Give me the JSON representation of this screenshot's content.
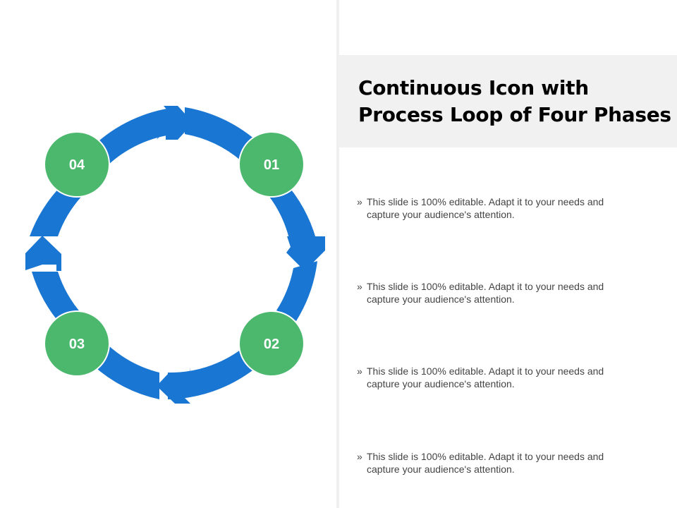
{
  "title": {
    "line1": "Continuous Icon with",
    "line2": "Process Loop of Four Phases"
  },
  "bullets": [
    {
      "marker": "»",
      "line1": "This slide is 100% editable. Adapt it to your needs and",
      "line2": "capture your audience's attention."
    },
    {
      "marker": "»",
      "line1": "This slide is 100% editable. Adapt it to your needs and",
      "line2": "capture your audience's attention."
    },
    {
      "marker": "»",
      "line1": "This slide is 100% editable. Adapt it to your needs and",
      "line2": "capture your audience's attention."
    },
    {
      "marker": "»",
      "line1": "This slide is 100% editable. Adapt it to your needs and",
      "line2": "capture your audience's attention."
    }
  ],
  "diagram": {
    "ring_color": "#1976d2",
    "node_color": "#4cb86e",
    "nodes": [
      {
        "label": "01",
        "position": "top-right"
      },
      {
        "label": "02",
        "position": "bottom-right"
      },
      {
        "label": "03",
        "position": "bottom-left"
      },
      {
        "label": "04",
        "position": "top-left"
      }
    ],
    "direction": "clockwise"
  }
}
